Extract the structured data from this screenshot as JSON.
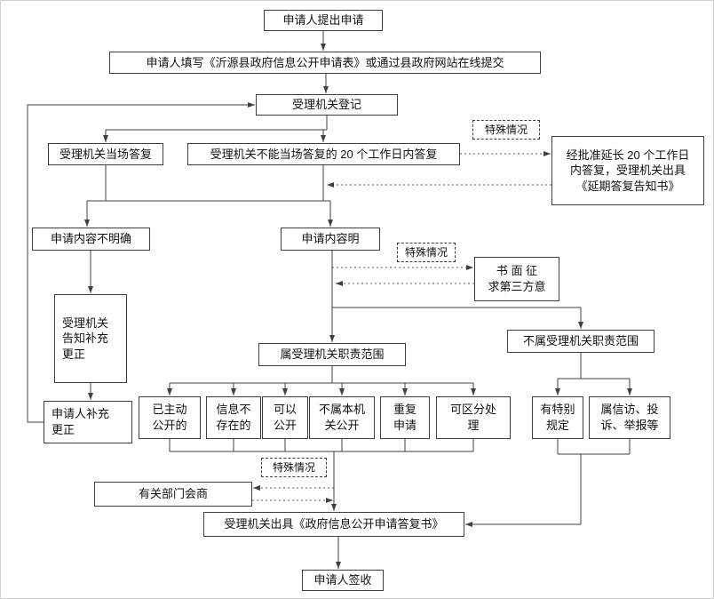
{
  "diagram_type": "flowchart",
  "colors": {
    "background": "#ffffff",
    "node_border": "#3d3d3d",
    "line": "#404040",
    "text": "#111111"
  },
  "nodes": {
    "start": {
      "label": "申请人提出申请"
    },
    "fill_form": {
      "label": "申请人填写《沂源县政府信息公开申请表》或通过县政府网站在线提交"
    },
    "register": {
      "label": "受理机关登记"
    },
    "onsite_reply": {
      "label": "受理机关当场答复"
    },
    "within_20_days": {
      "label": "受理机关不能当场答复的 20 个工作日内答复"
    },
    "special_case_1": {
      "label": "特殊情况"
    },
    "extension": {
      "label": "经批准延长 20 个工作日\n内答复，受理机关出具\n《延期答复告知书》"
    },
    "content_unclear": {
      "label": "申请内容不明确"
    },
    "content_clear": {
      "label": "申请内容明"
    },
    "special_case_2": {
      "label": "特殊情况"
    },
    "third_party": {
      "label": "书 面 征\n求第三方意"
    },
    "notify_supplement": {
      "label": "受理机关\n告知补充\n更正"
    },
    "in_scope": {
      "label": "属受理机关职责范围"
    },
    "out_of_scope": {
      "label": "不属受理机关职责范围"
    },
    "applicant_supplement": {
      "label": "申请人补充\n更正"
    },
    "proactive_disclosed": {
      "label": "已主动\n公开的"
    },
    "info_nonexistent": {
      "label": "信息不\n存在的"
    },
    "can_disclose": {
      "label": "可以\n公开"
    },
    "not_this_organ": {
      "label": "不属本机\n关公开"
    },
    "repeat_request": {
      "label": "重复\n申请"
    },
    "separable_handling": {
      "label": "可区分处\n理"
    },
    "special_rule": {
      "label": "有特别\n规定"
    },
    "petition_complaint": {
      "label": "属信访、投\n诉、举报等"
    },
    "special_case_3": {
      "label": "特殊情况"
    },
    "dept_consult": {
      "label": "有关部门会商"
    },
    "reply_document": {
      "label": "受理机关出具《政府信息公开申请答复书》"
    },
    "sign_receive": {
      "label": "申请人签收"
    }
  }
}
